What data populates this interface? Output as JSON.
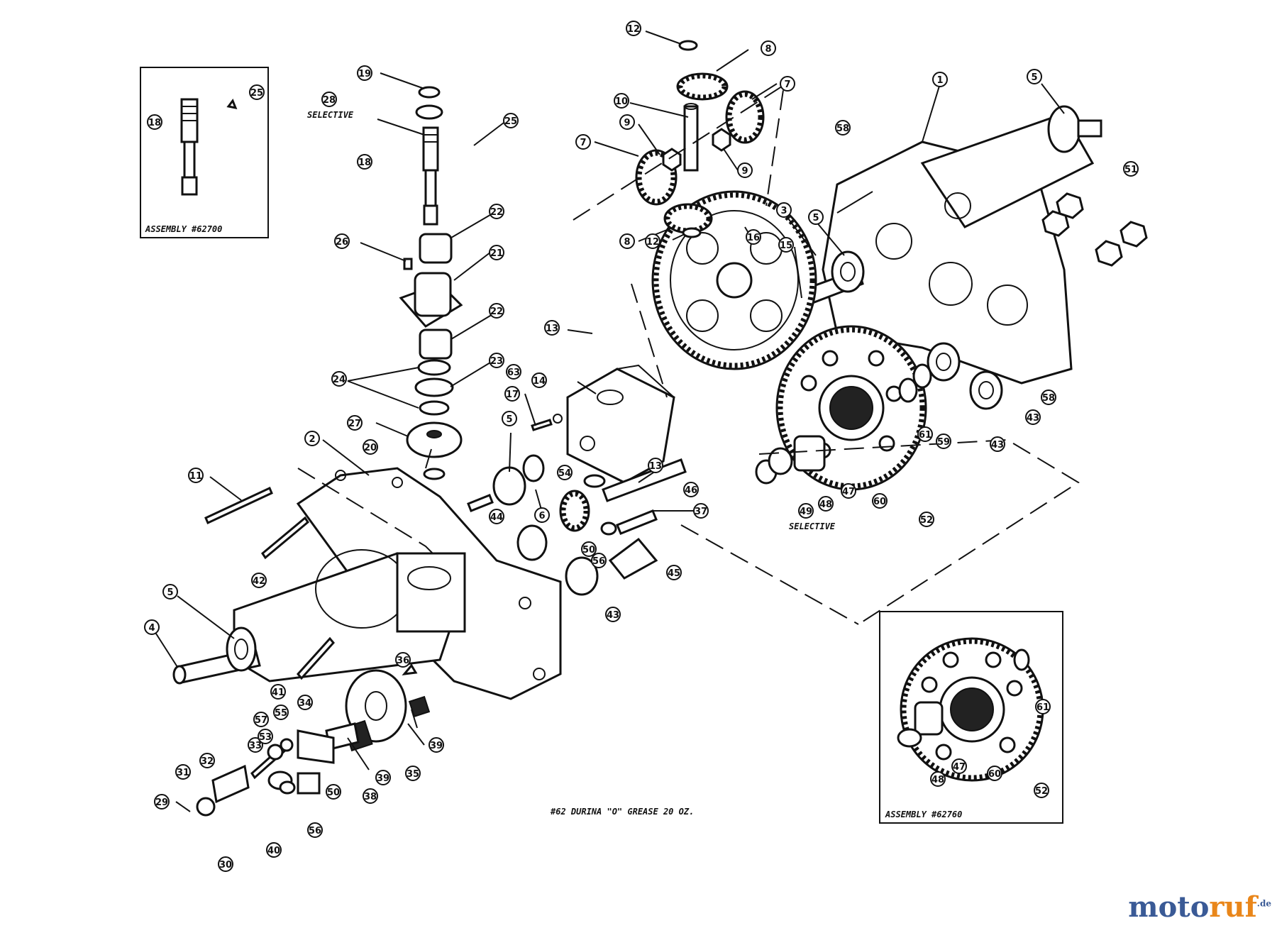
{
  "captions": {
    "assembly_shaft": "ASSEMBLY #62700",
    "assembly_gear": "ASSEMBLY #62760",
    "selective_top": "SELECTIVE",
    "selective_bottom": "SELECTIVE",
    "grease_note": "#62 DURINA \"O\" GREASE 20 OZ."
  },
  "watermark": {
    "part1": "moto",
    "part2": "ruf",
    "suffix": ".de"
  },
  "colors": {
    "line": "#111111",
    "brand_blue": "#3a5a96",
    "brand_orange": "#e9861a"
  },
  "callouts": [
    "1",
    "2",
    "3",
    "4",
    "5",
    "5",
    "5",
    "5",
    "6",
    "7",
    "7",
    "8",
    "8",
    "9",
    "9",
    "10",
    "11",
    "12",
    "12",
    "13",
    "13",
    "14",
    "15",
    "16",
    "17",
    "18",
    "18",
    "19",
    "20",
    "21",
    "22",
    "22",
    "23",
    "24",
    "25",
    "25",
    "26",
    "27",
    "28",
    "29",
    "30",
    "31",
    "32",
    "33",
    "34",
    "35",
    "36",
    "37",
    "38",
    "39",
    "39",
    "40",
    "41",
    "42",
    "43",
    "43",
    "43",
    "44",
    "45",
    "46",
    "47",
    "47",
    "48",
    "48",
    "49",
    "50",
    "50",
    "51",
    "52",
    "52",
    "53",
    "54",
    "55",
    "56",
    "56",
    "57",
    "58",
    "58",
    "59",
    "60",
    "60",
    "61",
    "61",
    "63"
  ]
}
